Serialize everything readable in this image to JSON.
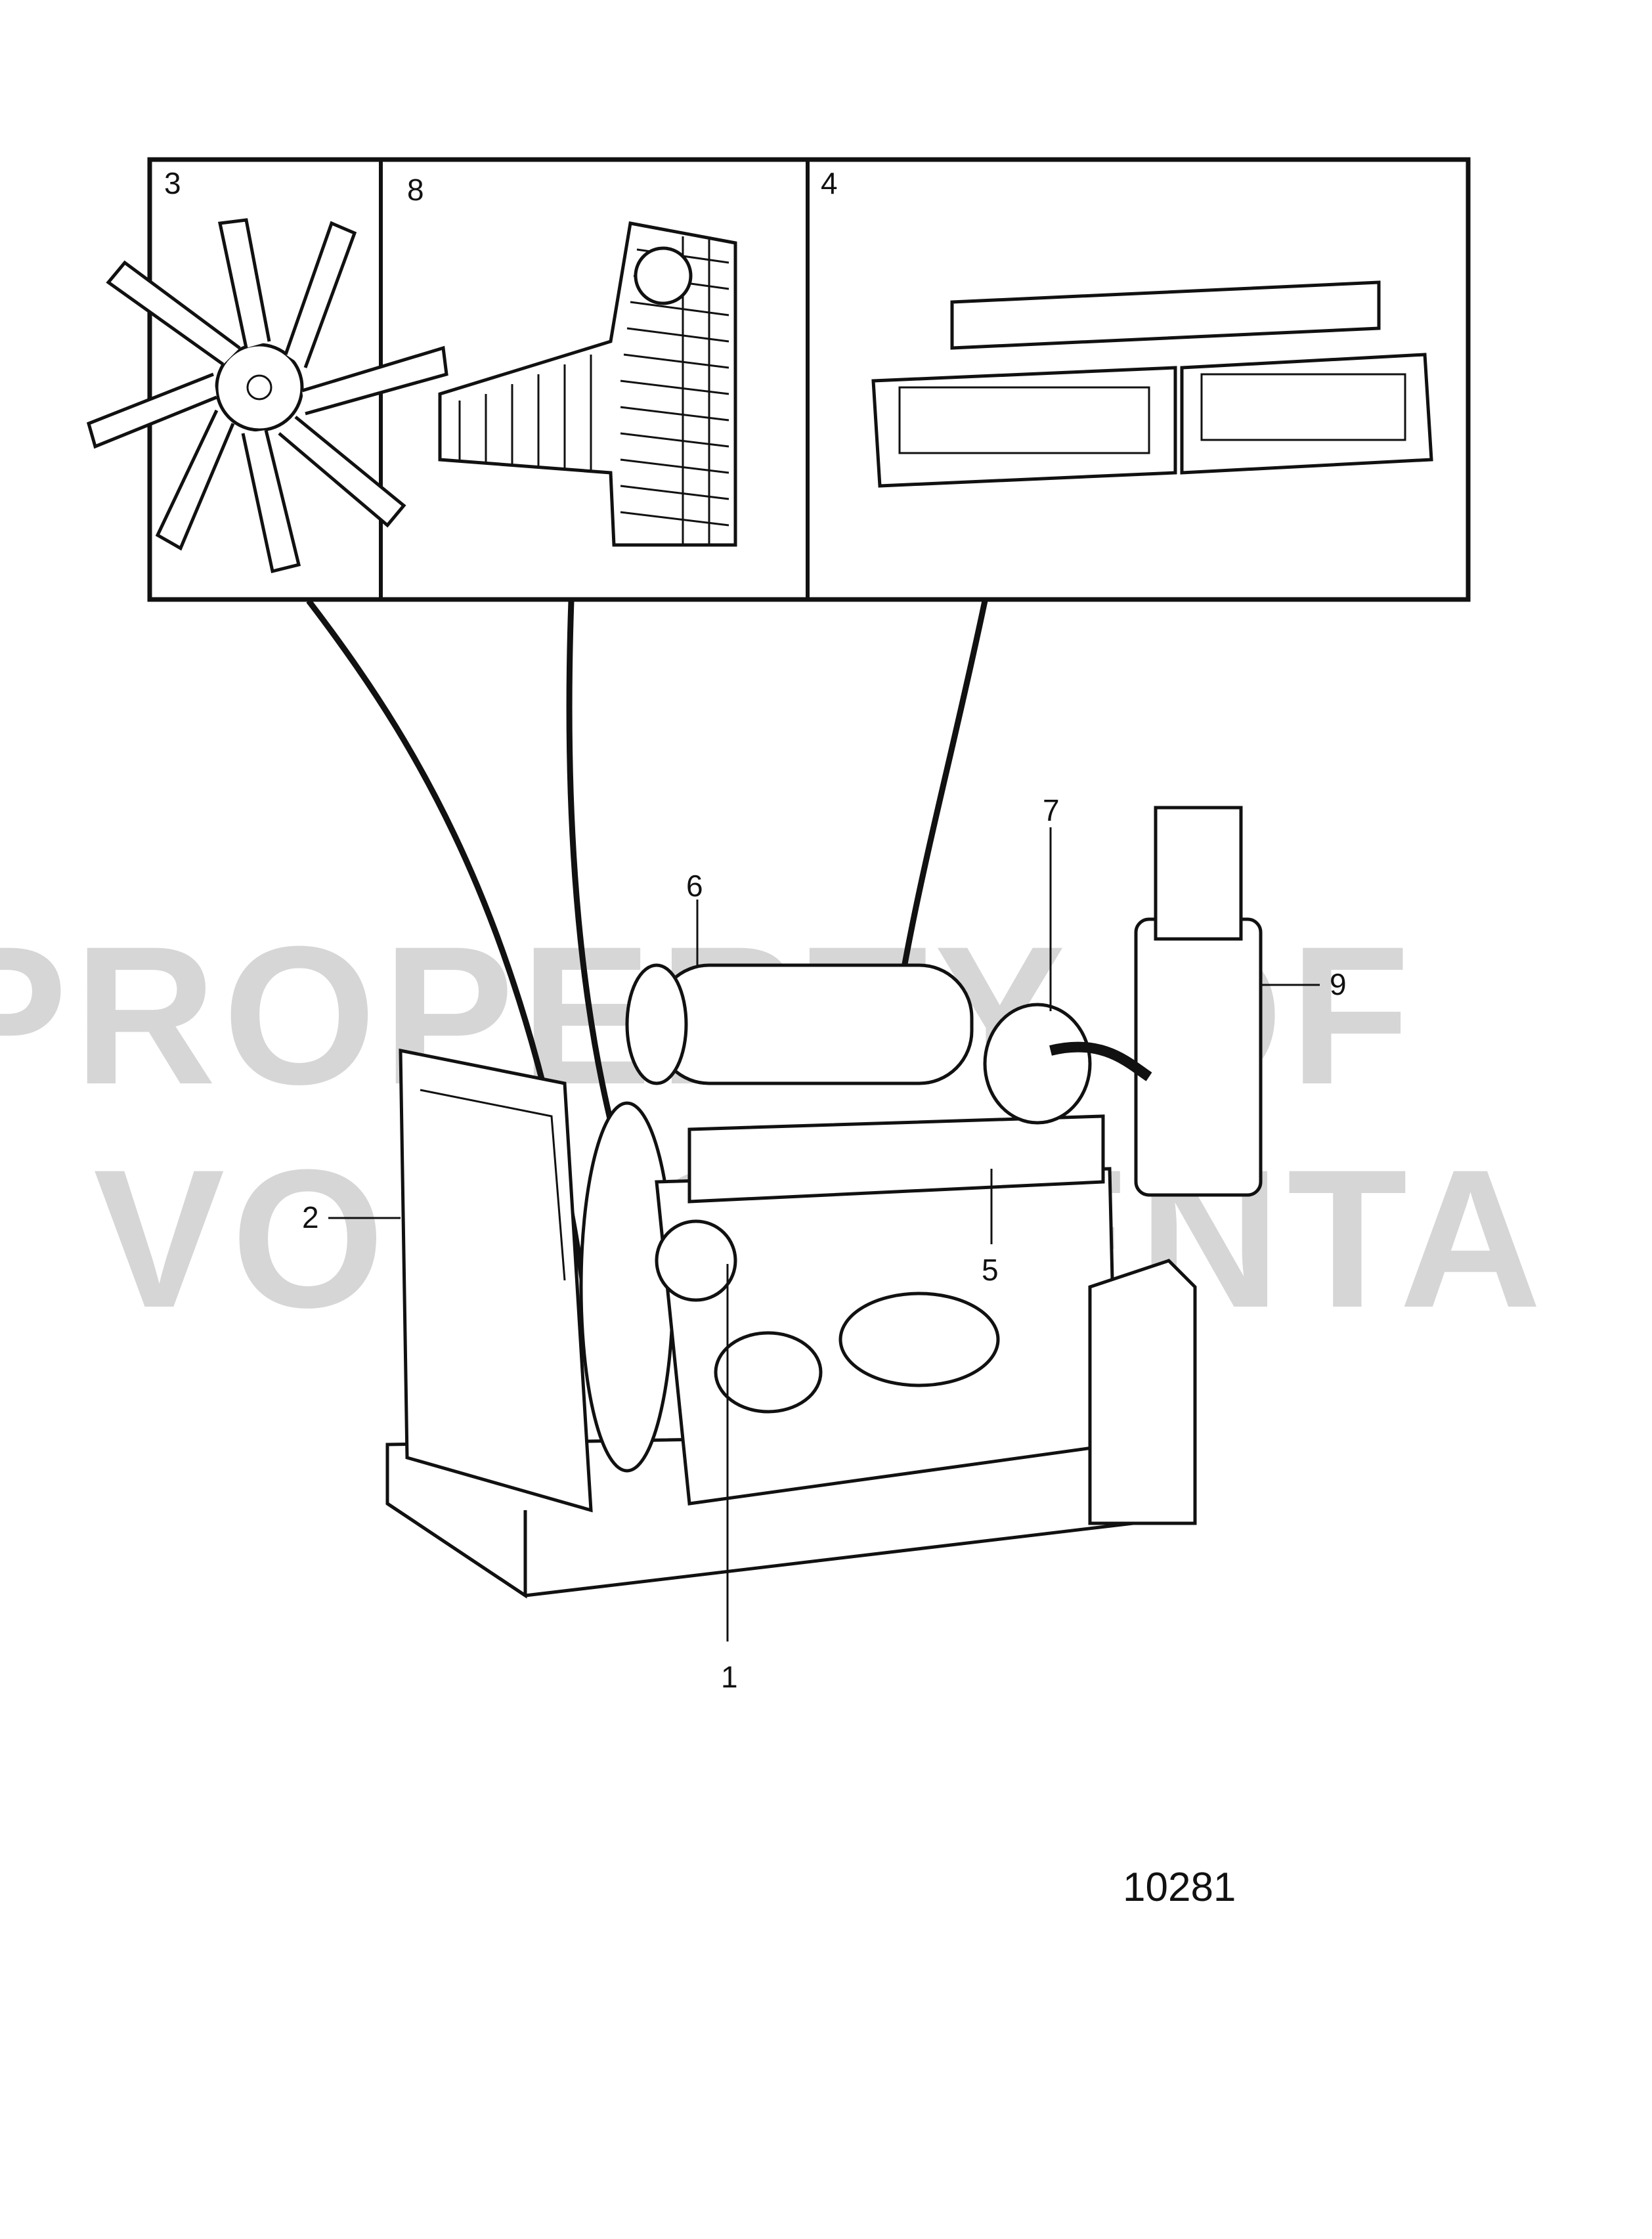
{
  "callouts": {
    "p1": "1",
    "p2": "2",
    "p3": "3",
    "p4": "4",
    "p5": "5",
    "p6": "6",
    "p7": "7",
    "p8": "8",
    "p9": "9"
  },
  "drawing_number": "10281",
  "watermark": {
    "line1": "PROPERTY OF",
    "line2": "VOLVO PENTA"
  },
  "colors": {
    "ink": "#111111",
    "watermark": "#c9c9c9",
    "paper": "#ffffff"
  }
}
